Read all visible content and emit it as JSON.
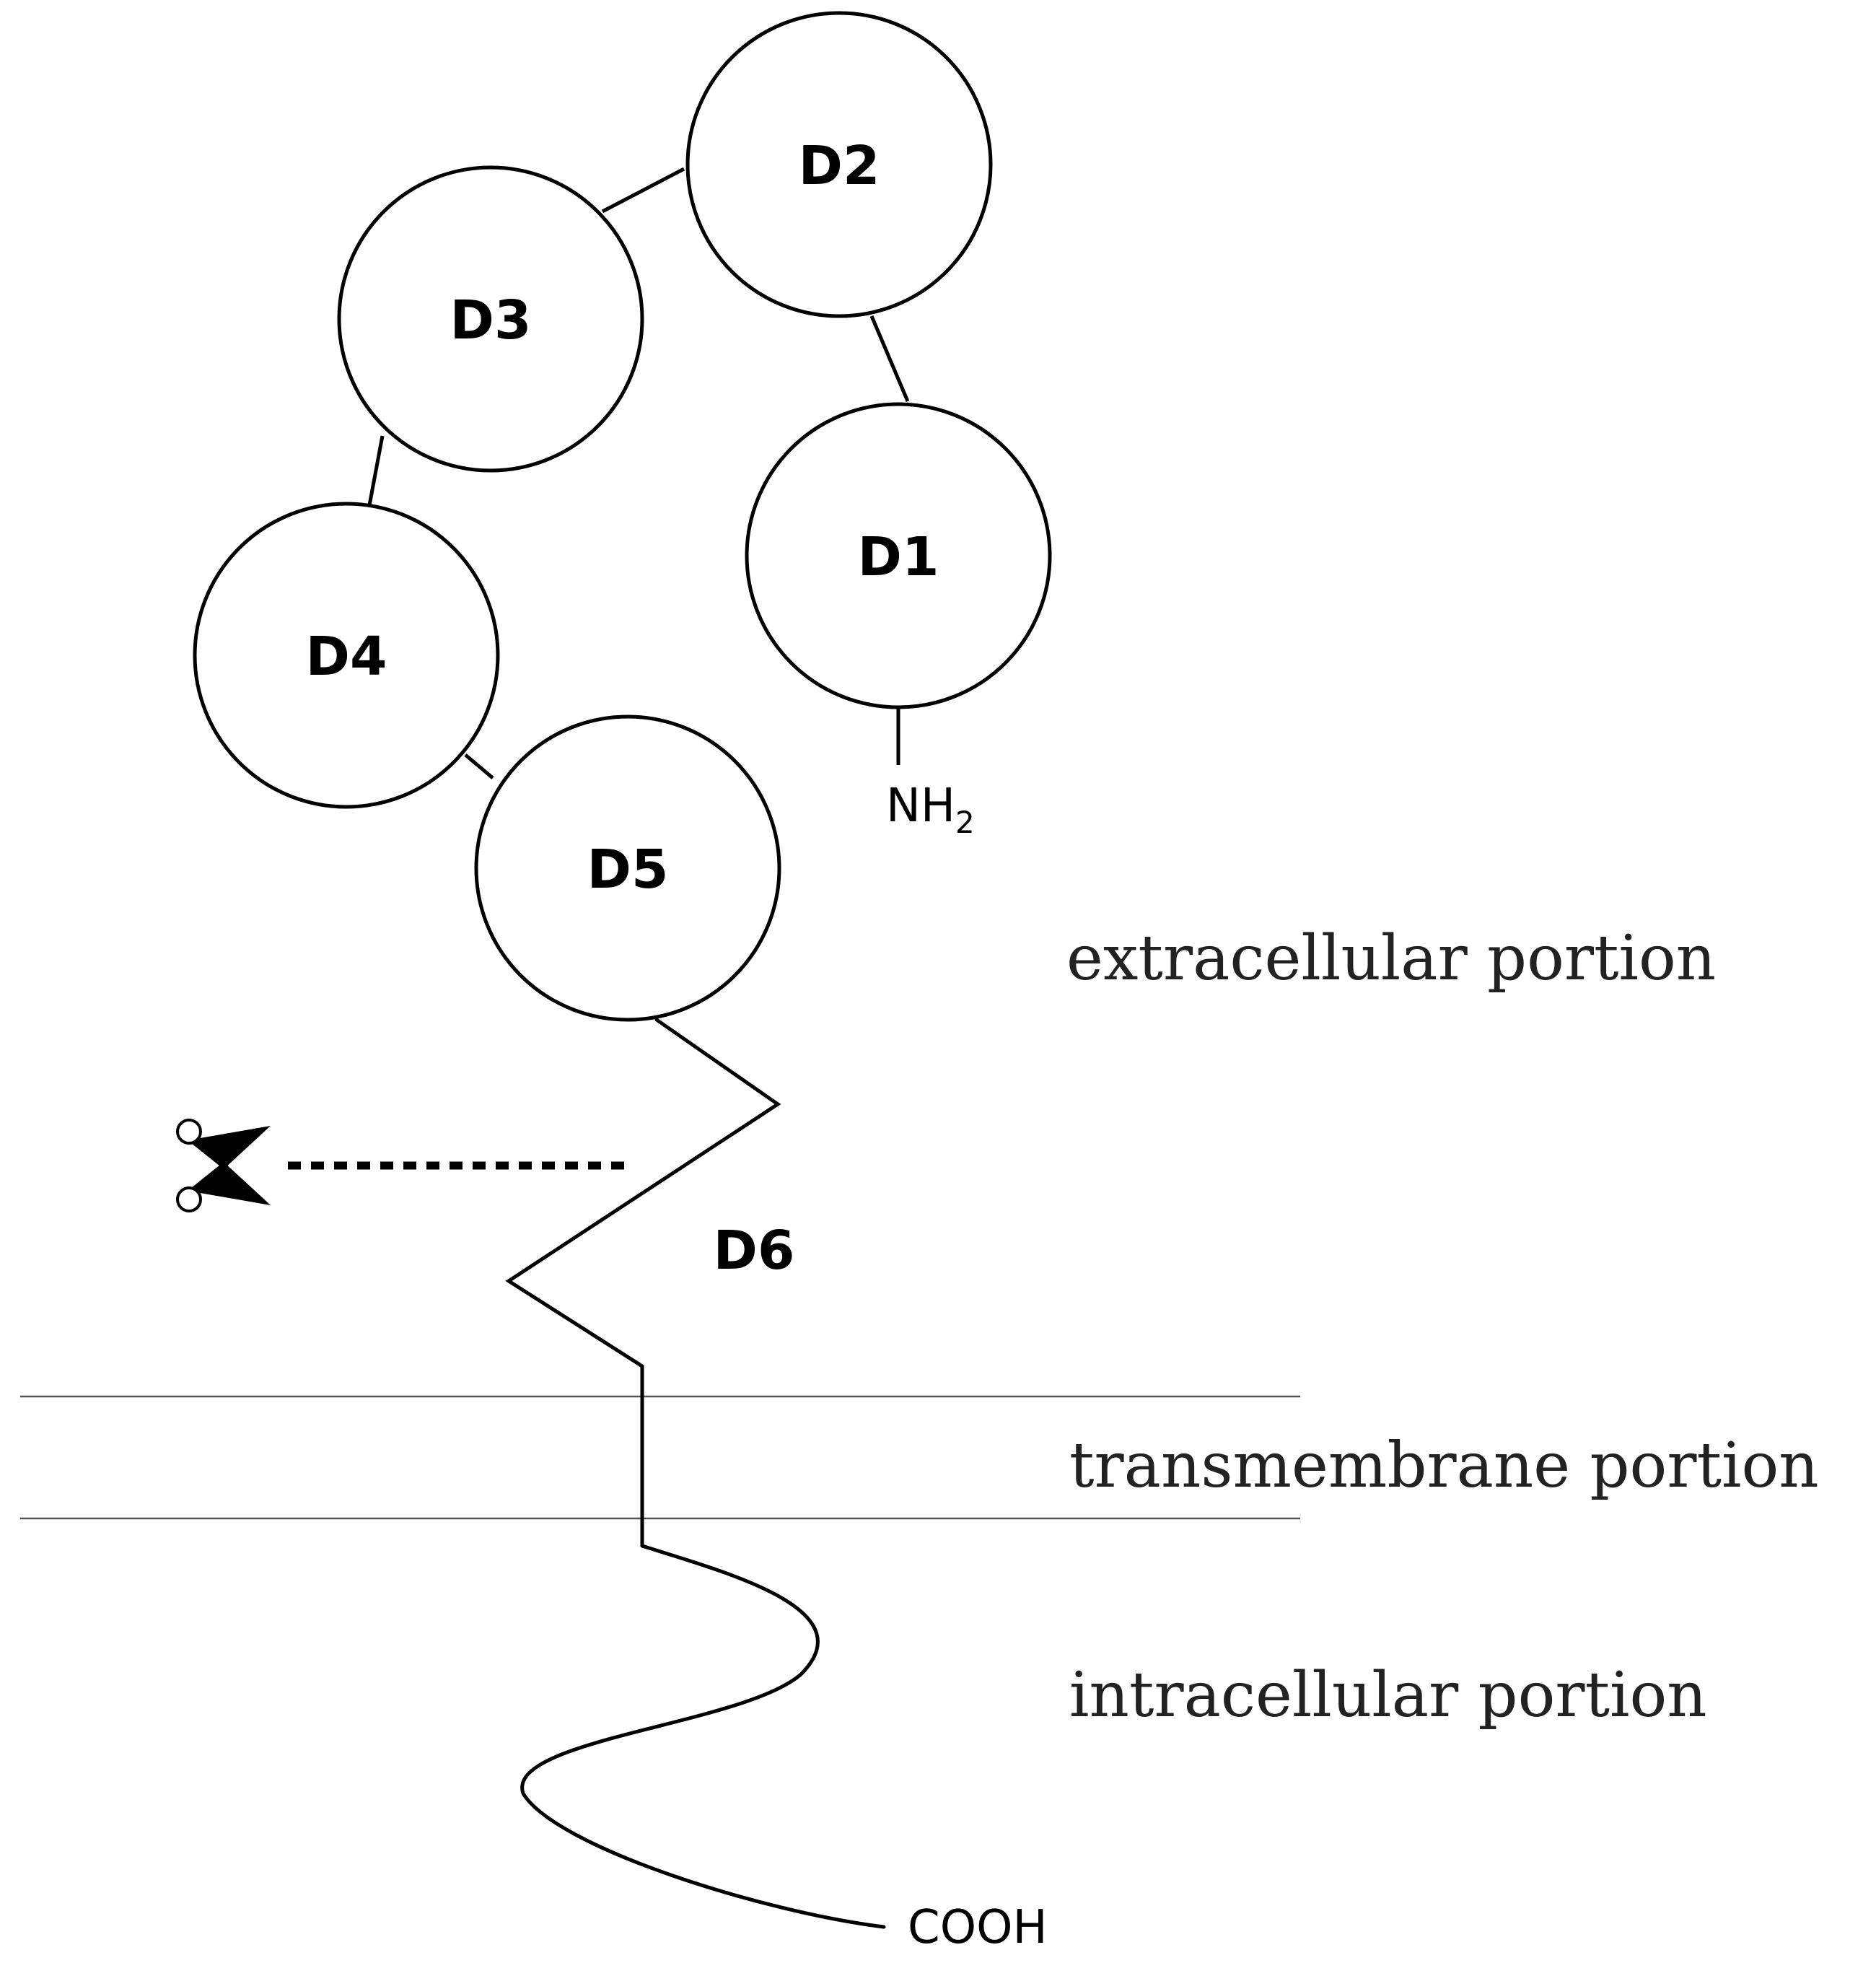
{
  "domains": {
    "d1": "D1",
    "d2": "D2",
    "d3": "D3",
    "d4": "D4",
    "d5": "D5",
    "d6": "D6"
  },
  "termini": {
    "n_terminus": "NH",
    "n_terminus_subscript": "2",
    "c_terminus": "COOH"
  },
  "regions": {
    "extracellular": "extracellular portion",
    "transmembrane": "transmembrane portion",
    "intracellular": "intracellular portion"
  },
  "icons": {
    "cleavage": "scissors-icon"
  },
  "colors": {
    "line": "#000000",
    "background": "#ffffff"
  }
}
